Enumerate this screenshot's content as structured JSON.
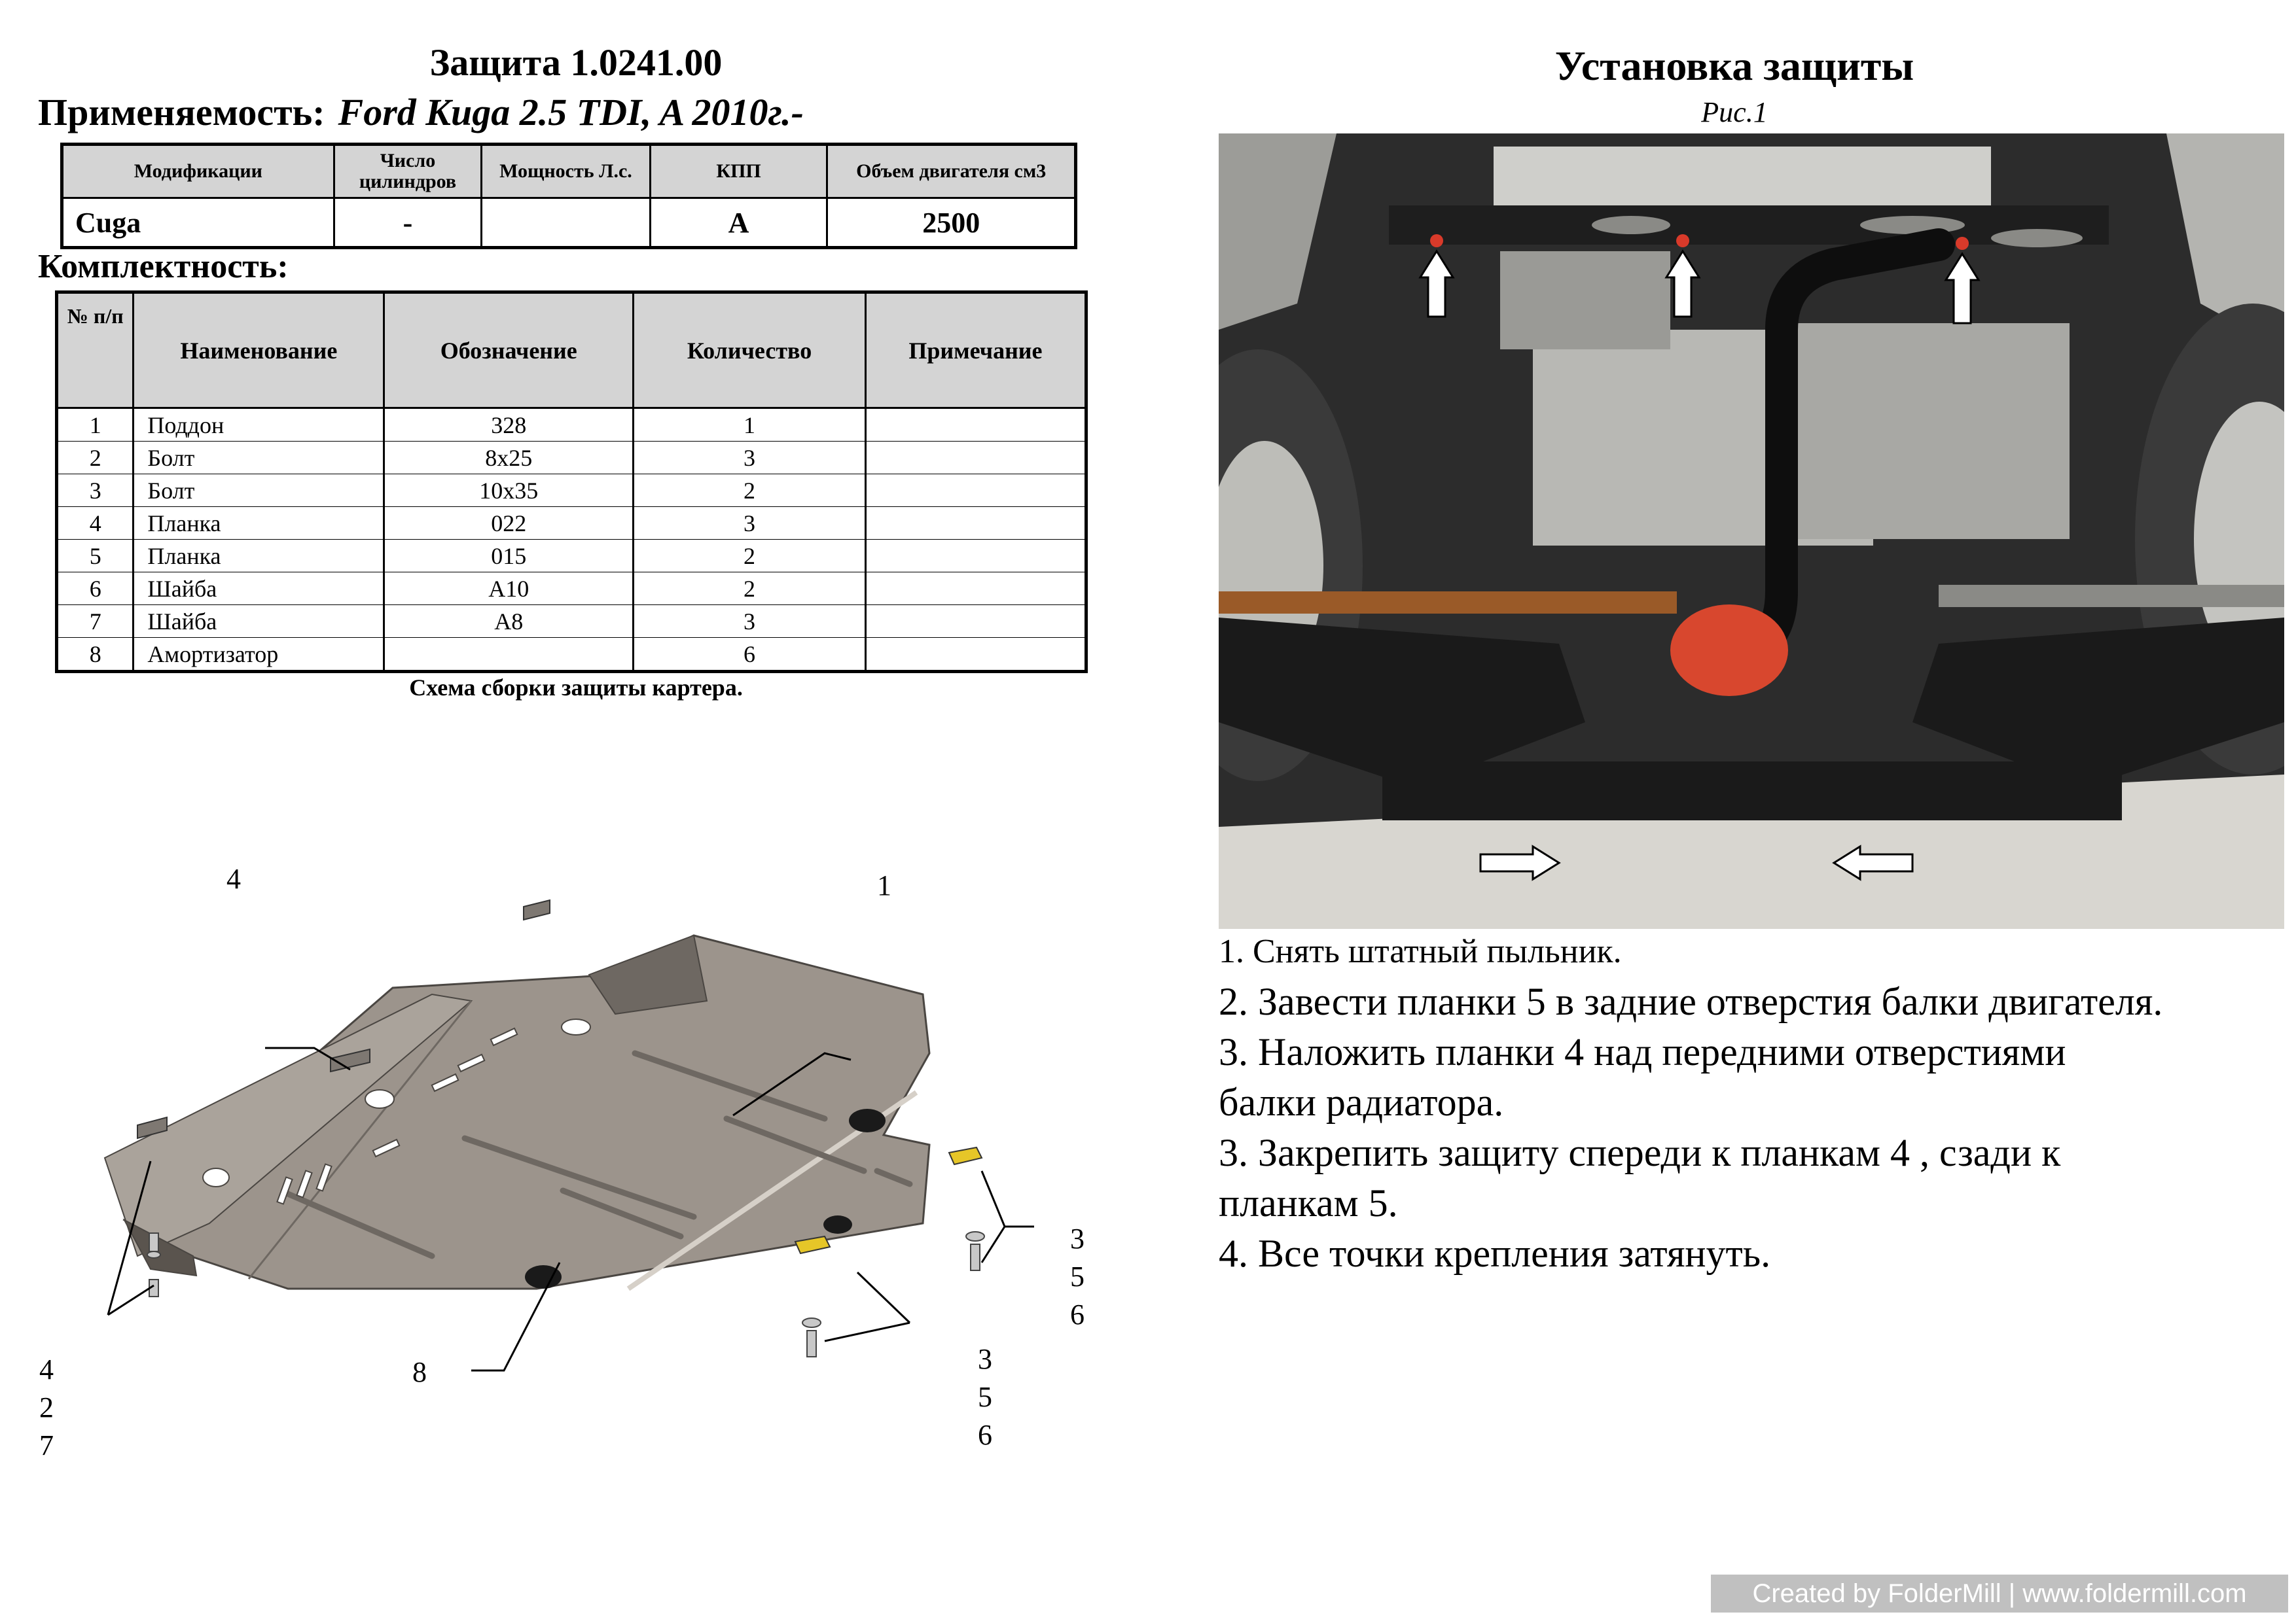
{
  "header": {
    "title": "Защита 1.0241.00",
    "applicability_label": "Применяемость:",
    "applicability_value": "Ford Kuga 2.5 TDI, A 2010г.-"
  },
  "modifications": {
    "headers": [
      "Модификации",
      "Число цилиндров",
      "Мощность Л.с.",
      "КПП",
      "Объем двигателя см3"
    ],
    "row": [
      "Cuga",
      "-",
      "",
      "A",
      "2500"
    ]
  },
  "kit": {
    "title": "Комплектность:",
    "headers": [
      "№ п/п",
      "Наименование",
      "Обозначение",
      "Количество",
      "Примечание"
    ],
    "rows": [
      [
        "1",
        "Поддон",
        "328",
        "1",
        ""
      ],
      [
        "2",
        "Болт",
        "8x25",
        "3",
        ""
      ],
      [
        "3",
        "Болт",
        "10x35",
        "2",
        ""
      ],
      [
        "4",
        "Планка",
        "022",
        "3",
        ""
      ],
      [
        "5",
        "Планка",
        "015",
        "2",
        ""
      ],
      [
        "6",
        "Шайба",
        "A10",
        "2",
        ""
      ],
      [
        "7",
        "Шайба",
        "A8",
        "3",
        ""
      ],
      [
        "8",
        "Амортизатор",
        "",
        "6",
        ""
      ]
    ]
  },
  "scheme": {
    "caption": "Схема сборки защиты картера.",
    "callouts": {
      "c1": "1",
      "c4top": "4",
      "c8": "8",
      "c3a": "3",
      "c5a": "5",
      "c6a": "6",
      "c3b": "3",
      "c5b": "5",
      "c6b": "6",
      "c4b": "4",
      "c2b": "2",
      "c7b": "7"
    }
  },
  "install": {
    "title": "Установка защиты",
    "figure_label": "Рис.1",
    "steps": [
      "1. Снять штатный пыльник.",
      "2. Завести планки 5 в задние отверстия балки двигателя.",
      "3. Наложить планки 4 над передними отверстиями",
      "балки радиатора.",
      "3. Закрепить защиту спереди к планкам 4 , сзади к",
      "планкам 5.",
      "4. Все точки крепления затянуть."
    ]
  },
  "watermark": "Created by FolderMill | www.foldermill.com",
  "colors": {
    "plate": "#9c948c",
    "plate_edge": "#4a4642",
    "bracket_yellow": "#e6c628",
    "header_gray": "#d4d4d4",
    "photo_dark": "#2c2c2c",
    "engine_silver": "#b8b8b4",
    "rust": "#9a5a28",
    "turbo_red": "#d8472e"
  }
}
